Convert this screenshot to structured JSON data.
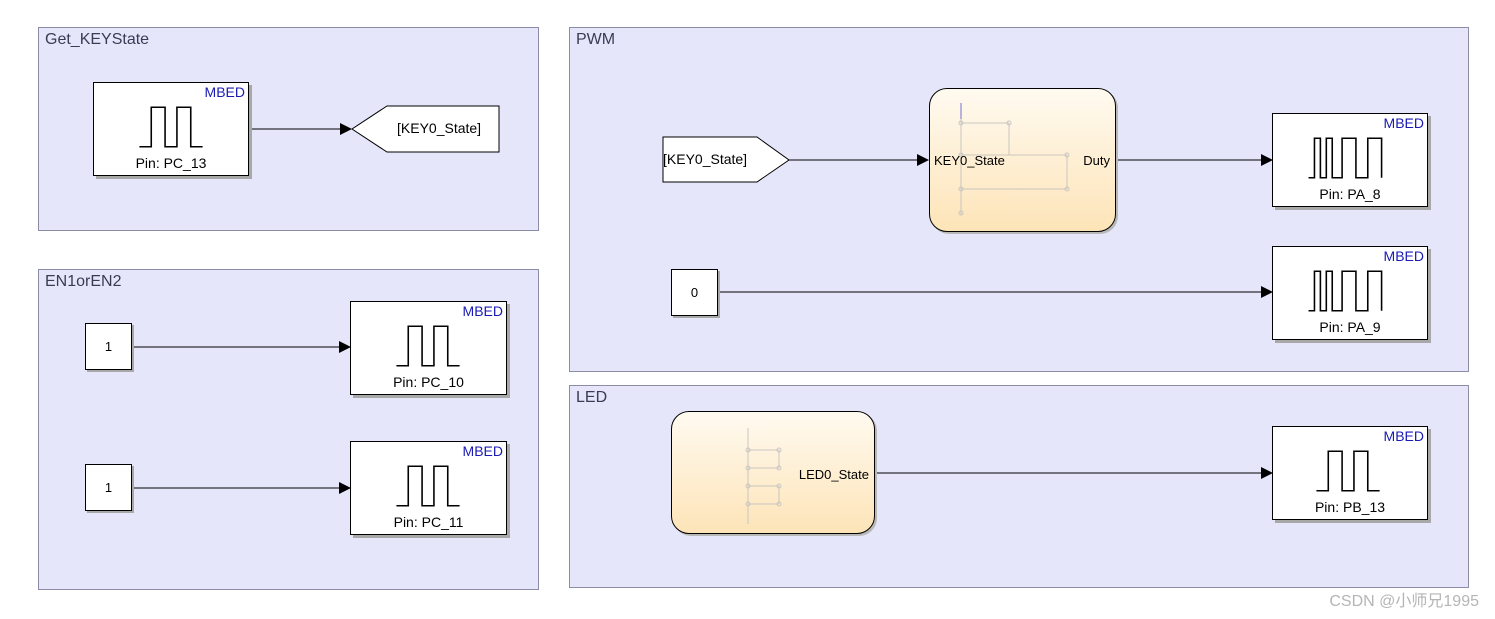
{
  "areas": {
    "get_key_state": "Get_KEYState",
    "en1_or_en2": "EN1orEN2",
    "pwm": "PWM",
    "led": "LED"
  },
  "blocks": {
    "brand": "MBED",
    "pin_pc13": "Pin: PC_13",
    "pin_pc10": "Pin: PC_10",
    "pin_pc11": "Pin: PC_11",
    "pin_pa8": "Pin: PA_8",
    "pin_pa9": "Pin: PA_9",
    "pin_pb13": "Pin: PB_13"
  },
  "tags": {
    "goto_label": "[KEY0_State]",
    "from_label": "[KEY0_State]"
  },
  "constants": {
    "en1": "1",
    "en2": "1",
    "pa9": "0"
  },
  "charts": {
    "pwm_input": "KEY0_State",
    "pwm_output": "Duty",
    "led_output": "LED0_State"
  },
  "watermark": "CSDN @小师兄1995"
}
